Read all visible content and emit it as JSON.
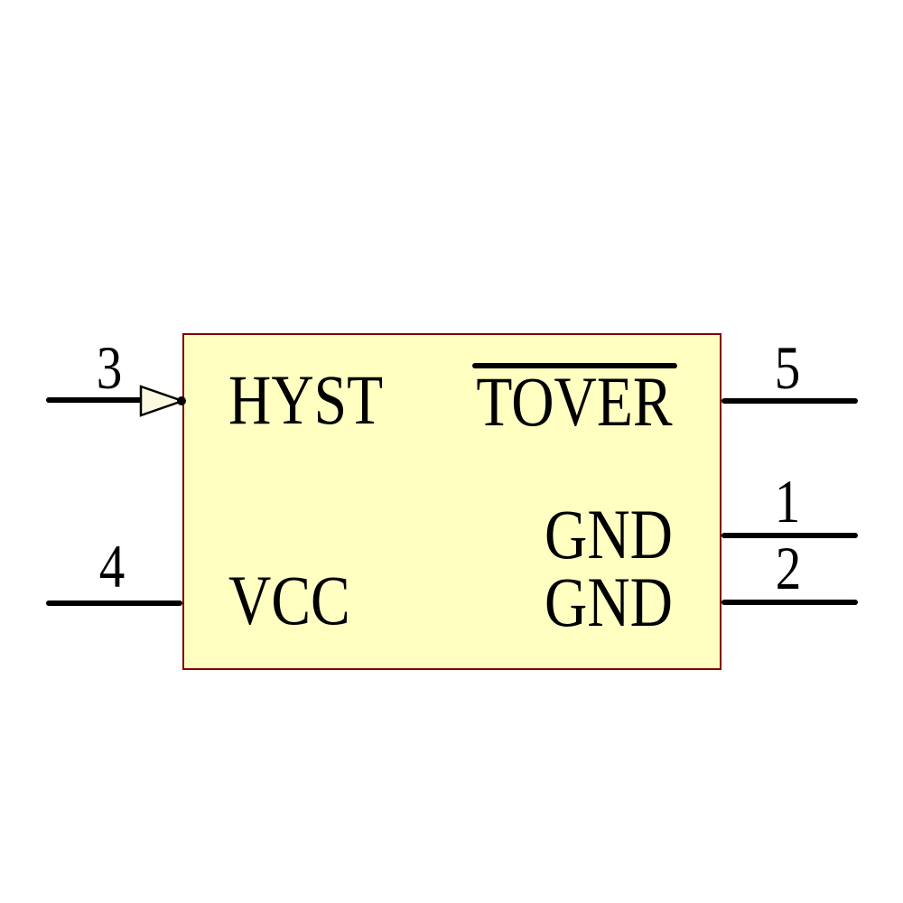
{
  "diagram": {
    "type": "schematic-component-symbol",
    "colors": {
      "body_fill": "#FFFFC2",
      "body_border": "#800000",
      "wire": "#000000",
      "text": "#000000",
      "input_triangle_fill": "#FBF9E0",
      "background": "#FFFFFF"
    },
    "component": {
      "pins": [
        {
          "number": "3",
          "label": "HYST",
          "side": "left",
          "designator": "input-triangle"
        },
        {
          "number": "4",
          "label": "VCC",
          "side": "left"
        },
        {
          "number": "5",
          "label": "TOVER",
          "side": "right",
          "active_low": true
        },
        {
          "number": "1",
          "label": "GND",
          "side": "right"
        },
        {
          "number": "2",
          "label": "GND",
          "side": "right"
        }
      ]
    }
  }
}
